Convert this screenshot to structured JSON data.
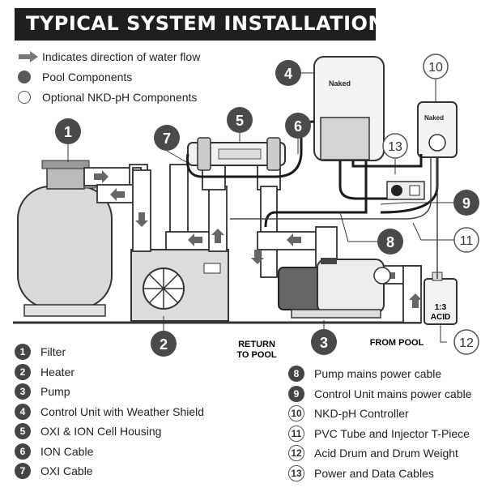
{
  "title": "TYPICAL SYSTEM INSTALLATION",
  "legend": {
    "flow": "Indicates direction of water flow",
    "pool": "Pool Components",
    "optional": "Optional NKD-pH Components"
  },
  "callouts": {
    "c1": "1",
    "c2": "2",
    "c3": "3",
    "c4": "4",
    "c5": "5",
    "c6": "6",
    "c7": "7",
    "c8": "8",
    "c9": "9",
    "c10": "10",
    "c11": "11",
    "c12": "12",
    "c13": "13"
  },
  "labels": {
    "return_line1": "RETURN",
    "return_line2": "TO POOL",
    "from_pool": "FROM POOL",
    "drum_ratio": "1:3",
    "drum_acid": "ACID",
    "brand": "Naked"
  },
  "components_left": [
    {
      "num": "1",
      "name": "Filter"
    },
    {
      "num": "2",
      "name": "Heater"
    },
    {
      "num": "3",
      "name": "Pump"
    },
    {
      "num": "4",
      "name": "Control Unit with Weather Shield"
    },
    {
      "num": "5",
      "name": "OXI & ION Cell Housing"
    },
    {
      "num": "6",
      "name": "ION Cable"
    },
    {
      "num": "7",
      "name": "OXI Cable"
    }
  ],
  "components_right": [
    {
      "num": "8",
      "name": "Pump mains power cable"
    },
    {
      "num": "9",
      "name": "Control Unit mains power cable"
    },
    {
      "num": "10",
      "name": "NKD-pH Controller"
    },
    {
      "num": "11",
      "name": "PVC Tube and Injector T-Piece"
    },
    {
      "num": "12",
      "name": "Acid Drum and Drum Weight"
    },
    {
      "num": "13",
      "name": "Power and Data Cables"
    }
  ],
  "colors": {
    "pool_marker": "#4a4a4a",
    "banner": "#1f1f1f",
    "pipe": "#ffffff",
    "outline": "#333333"
  }
}
